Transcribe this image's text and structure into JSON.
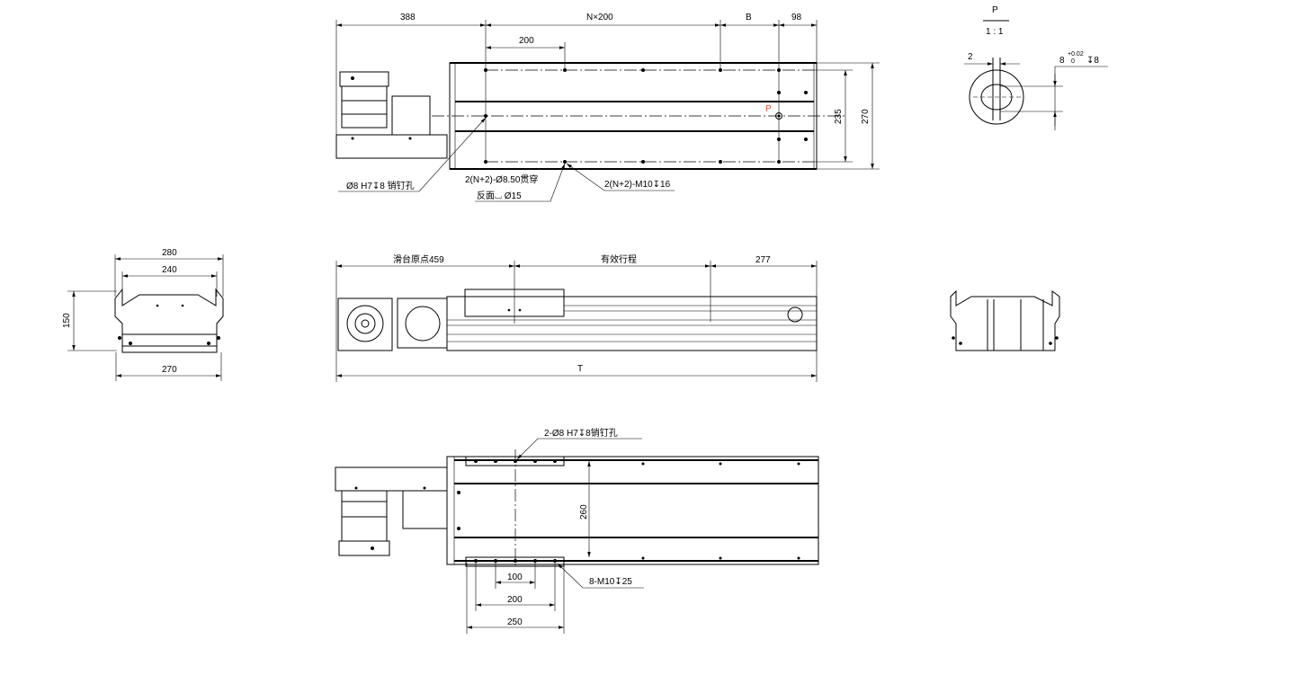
{
  "top_view": {
    "dim_motor": "388",
    "dim_pitch": "N×200",
    "dim_b": "B",
    "dim_end": "98",
    "dim_first": "200",
    "dim_inner_width": "235",
    "dim_width": "270",
    "point_label": "P",
    "note_pin": "Ø8 H7↧8 销钉孔",
    "note_through": "2(N+2)-Ø8.50贯穿",
    "note_counterbore": "反面⌴ Ø15",
    "note_thread": "2(N+2)-M10↧16"
  },
  "detail": {
    "title": "P",
    "scale": "1 : 1",
    "dim_slot": "2",
    "dim_hole": "8",
    "tol_upper": "+0.02",
    "tol_lower": "0",
    "dim_depth": "↧8"
  },
  "end_view": {
    "dim_top": "280",
    "dim_inner": "240",
    "dim_height": "150",
    "dim_base": "270"
  },
  "front_view": {
    "dim_origin": "滑台原点459",
    "dim_stroke": "有效行程",
    "dim_end": "277",
    "dim_total": "T"
  },
  "bottom_view": {
    "note_pin": "2-Ø8 H7↧8销钉孔",
    "note_thread": "8-M10↧25",
    "dim_width": "260",
    "dim_100": "100",
    "dim_200": "200",
    "dim_250": "250"
  }
}
